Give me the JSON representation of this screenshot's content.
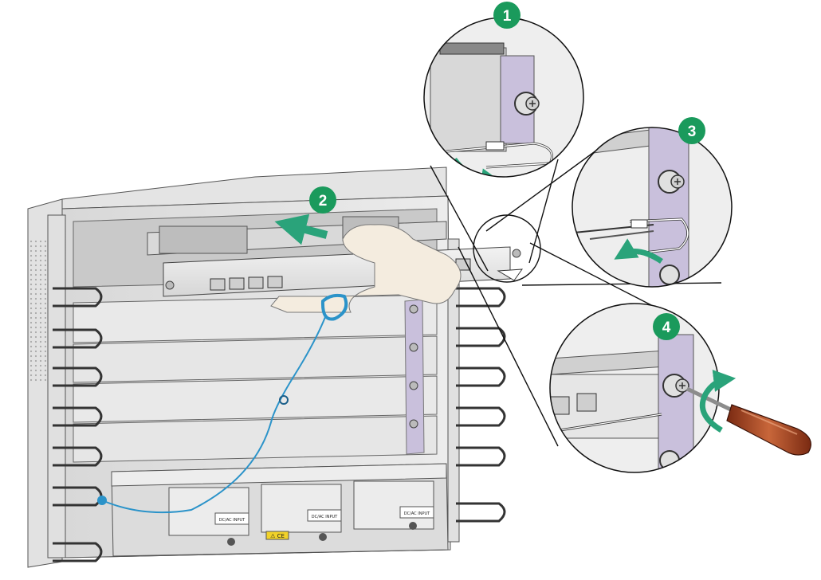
{
  "steps": [
    "1",
    "2",
    "3",
    "4"
  ],
  "chassis": {
    "psu_labels": [
      "DC/AC INPUT",
      "DC/AC INPUT",
      "DC/AC INPUT"
    ],
    "warning_label": "⚠ CE"
  },
  "colors": {
    "step_badge": "#1a9a5c",
    "arrow": "#2aa37a",
    "esd_strap": "#2b93c9",
    "faceplate": "#c9c0dc",
    "screwdriver_handle": "#b3522a"
  },
  "icons": [
    "step-badge-icon",
    "green-arrow-icon",
    "screw-icon",
    "screwdriver-icon",
    "esd-wrist-strap-icon"
  ]
}
